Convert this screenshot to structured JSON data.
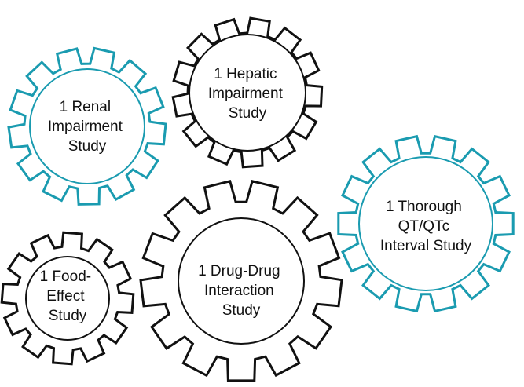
{
  "colors": {
    "teal": "#1a9bb0",
    "black": "#111111",
    "text": "#111111",
    "background": "#ffffff"
  },
  "gears": [
    {
      "id": "renal",
      "name": "gear-renal-impairment",
      "color": "teal",
      "label_lines": [
        "1 Renal",
        "Impairment",
        "Study"
      ]
    },
    {
      "id": "hepatic",
      "name": "gear-hepatic-impairment",
      "color": "black",
      "label_lines": [
        "1 Hepatic",
        "Impairment",
        "Study"
      ]
    },
    {
      "id": "thorough-qt",
      "name": "gear-thorough-qt-qtc",
      "color": "teal",
      "label_lines": [
        "1 Thorough",
        "QT/QTc",
        "Interval Study"
      ]
    },
    {
      "id": "drug-drug",
      "name": "gear-drug-drug-interaction",
      "color": "black",
      "label_lines": [
        "1 Drug-Drug",
        "Interaction",
        "Study"
      ]
    },
    {
      "id": "food-effect",
      "name": "gear-food-effect",
      "color": "black",
      "label_lines": [
        "1 Food-",
        "Effect",
        "Study"
      ]
    }
  ]
}
